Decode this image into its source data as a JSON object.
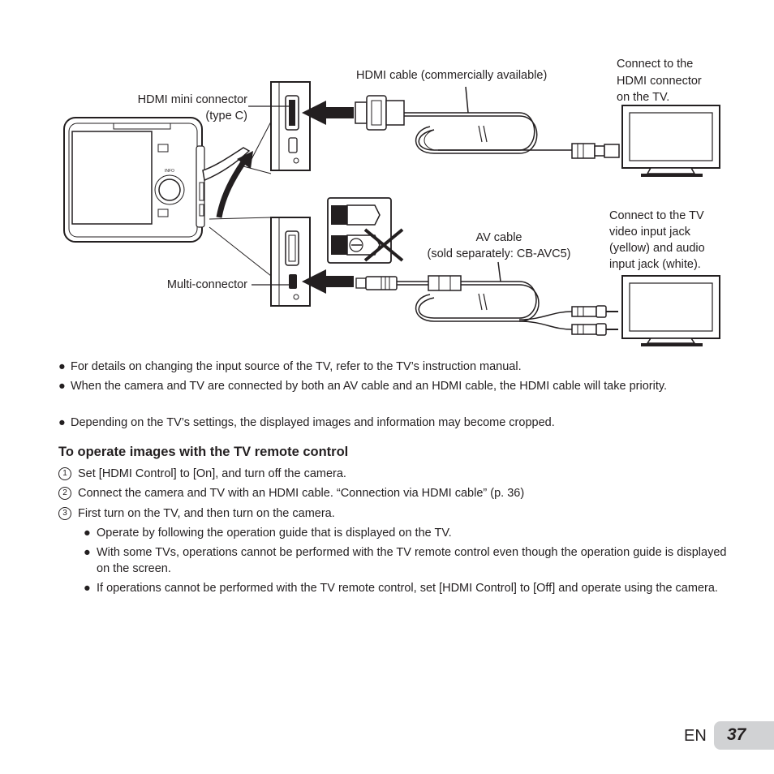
{
  "diagram": {
    "hdmi_cable_label": "HDMI cable (commercially available)",
    "hdmi_mini_label_line1": "HDMI mini connector",
    "hdmi_mini_label_line2": "(type C)",
    "connect_hdmi_tv_line1": "Connect to the",
    "connect_hdmi_tv_line2": "HDMI connector",
    "connect_hdmi_tv_line3": "on the TV.",
    "av_cable_line1": "AV cable",
    "av_cable_line2": "(sold separately: CB-AVC5)",
    "multi_connector_label": "Multi-connector",
    "connect_av_tv_line1": "Connect to the TV",
    "connect_av_tv_line2": "video input jack",
    "connect_av_tv_line3": "(yellow) and audio",
    "connect_av_tv_line4": "input jack (white).",
    "camera_info_label": "INFO"
  },
  "notes": [
    {
      "bullet": "●",
      "text": "For details on changing the input source of the TV, refer to the TV’s instruction manual."
    },
    {
      "bullet": "●",
      "text": "When the camera and TV are connected by both an AV cable and an HDMI cable, the HDMI cable will take priority."
    },
    {
      "bullet": "●",
      "text": "Depending on the TV’s settings, the displayed images and information may become cropped."
    }
  ],
  "section": {
    "heading": "To operate images with the TV remote control",
    "steps": [
      {
        "num": "1",
        "text": "Set [HDMI Control] to [On], and turn off the camera."
      },
      {
        "num": "2",
        "text": "Connect the camera and TV with an HDMI cable. “Connection via HDMI cable” (p. 36)"
      },
      {
        "num": "3",
        "text": "First turn on the TV, and then turn on the camera."
      }
    ],
    "subnotes": [
      {
        "bullet": "●",
        "text": "Operate by following the operation guide that is displayed on the TV."
      },
      {
        "bullet": "●",
        "text": "With some TVs, operations cannot be performed with the TV remote control even though the operation guide is displayed on the screen."
      },
      {
        "bullet": "●",
        "text": "If operations cannot be performed with the TV remote control, set [HDMI Control] to [Off] and operate using the camera."
      }
    ]
  },
  "footer": {
    "language": "EN",
    "page_number": "37"
  }
}
